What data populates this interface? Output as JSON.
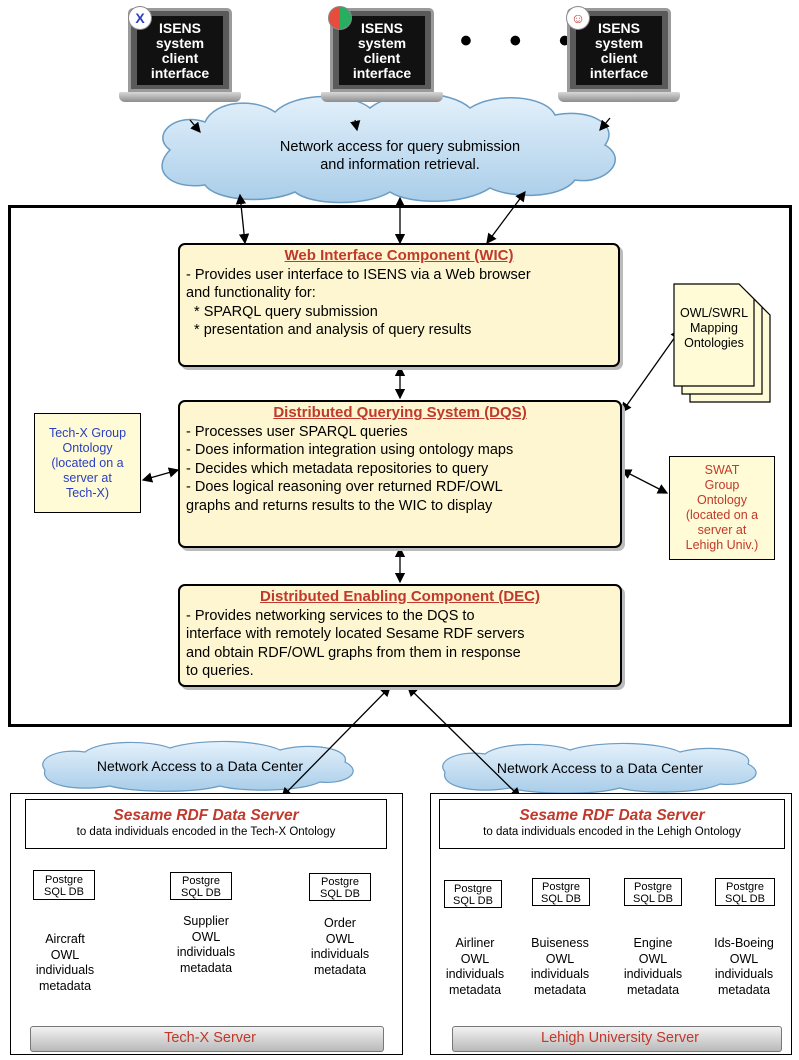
{
  "clients": [
    {
      "line1": "ISENS",
      "line2": "system client",
      "line3": "interface",
      "os_icon": "x-window-icon"
    },
    {
      "line1": "ISENS",
      "line2": "system client",
      "line3": "interface",
      "os_icon": "windows-icon"
    },
    {
      "line1": "ISENS",
      "line2": "system client",
      "line3": "interface",
      "os_icon": "bsd-daemon-icon"
    }
  ],
  "ellipsis": "• • •",
  "network_cloud": {
    "line1": "Network access for query submission",
    "line2": "and information retrieval."
  },
  "wic": {
    "title": "Web Interface Component (WIC)",
    "lines": [
      "- Provides user interface to ISENS via a Web browser",
      "and functionality for:",
      "  * SPARQL query submission",
      "  * presentation and analysis of query results"
    ]
  },
  "dqs": {
    "title": "Distributed Querying System (DQS)",
    "lines": [
      "- Processes user SPARQL queries",
      "- Does information integration using ontology maps",
      "- Decides which metadata repositories to query",
      "- Does logical reasoning over returned RDF/OWL",
      "graphs and returns results to the WIC to display"
    ]
  },
  "dec": {
    "title": "Distributed Enabling Component (DEC)",
    "lines": [
      "- Provides networking services to the DQS to",
      "interface with remotely located Sesame RDF servers",
      "and obtain RDF/OWL graphs from them in response",
      "to queries."
    ]
  },
  "techx_ontology": {
    "lines": [
      "Tech-X Group",
      "Ontology",
      "(located on a",
      "server at",
      "Tech-X)"
    ],
    "color": "#2a3fbf"
  },
  "owl_swrl": {
    "lines": [
      "OWL/SWRL",
      "Mapping",
      "Ontologies"
    ]
  },
  "swat_ontology": {
    "lines": [
      "SWAT",
      "Group",
      "Ontology",
      "(located on a",
      "server at",
      "Lehigh Univ.)"
    ],
    "color": "#c0392b"
  },
  "dc_clouds": [
    "Network Access to a Data Center",
    "Network Access to a Data Center"
  ],
  "servers": [
    {
      "title": "Sesame RDF Data Server",
      "subtitle": "to data individuals encoded in the Tech-X Ontology",
      "rack_label": "Tech-X Server",
      "dbs": [
        {
          "label1": "Postgre",
          "label2": "SQL DB",
          "lines": [
            "Aircraft",
            "OWL",
            "individuals",
            "metadata"
          ]
        },
        {
          "label1": "Postgre",
          "label2": "SQL DB",
          "lines": [
            "Supplier",
            "OWL",
            "individuals",
            "metadata"
          ]
        },
        {
          "label1": "Postgre",
          "label2": "SQL DB",
          "lines": [
            "Order",
            "OWL",
            "individuals",
            "metadata"
          ]
        }
      ]
    },
    {
      "title": "Sesame RDF Data Server",
      "subtitle": "to data individuals encoded in the Lehigh Ontology",
      "rack_label": "Lehigh University Server",
      "dbs": [
        {
          "label1": "Postgre",
          "label2": "SQL DB",
          "lines": [
            "Airliner",
            "OWL",
            "individuals",
            "metadata"
          ]
        },
        {
          "label1": "Postgre",
          "label2": "SQL DB",
          "lines": [
            "Buiseness",
            "OWL",
            "individuals",
            "metadata"
          ]
        },
        {
          "label1": "Postgre",
          "label2": "SQL DB",
          "lines": [
            "Engine",
            "OWL",
            "individuals",
            "metadata"
          ]
        },
        {
          "label1": "Postgre",
          "label2": "SQL DB",
          "lines": [
            "Ids-Boeing",
            "OWL",
            "individuals",
            "metadata"
          ]
        }
      ]
    }
  ]
}
